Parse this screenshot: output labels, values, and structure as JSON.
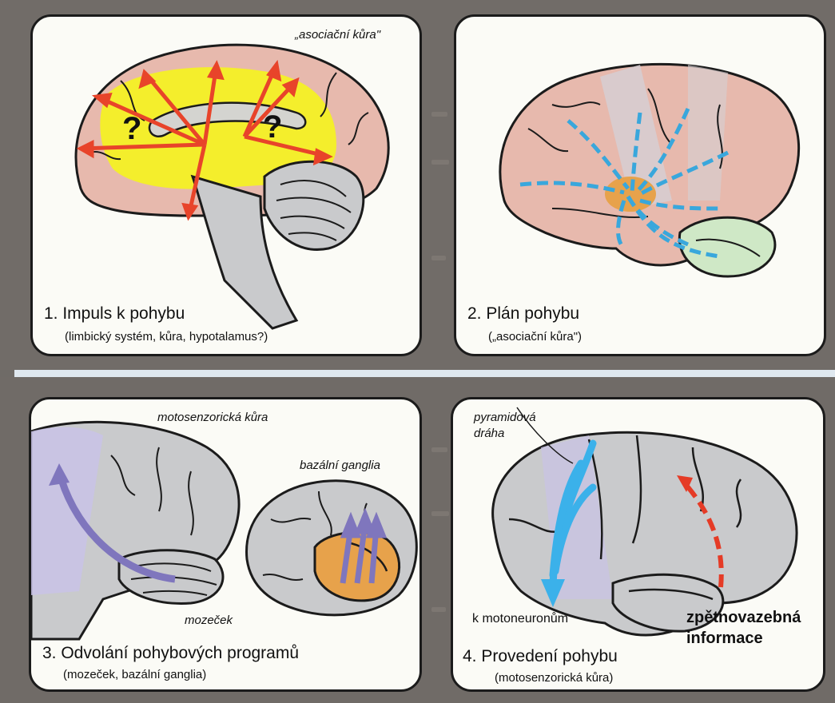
{
  "panels": [
    {
      "title": "1. Impuls k pohybu",
      "subtitle": "(limbický systém, kůra, hypotalamus?)",
      "labels": [
        "„asociační kůra\"",
        "?",
        "?"
      ]
    },
    {
      "title": "2. Plán pohybu",
      "subtitle": "(„asociační kůra\")"
    },
    {
      "title": "3. Odvolání pohybových programů",
      "subtitle": "(mozeček, bazální ganglia)",
      "labels": [
        "motosenzorická kůra",
        "bazální ganglia",
        "mozeček"
      ]
    },
    {
      "title": "4. Provedení pohybu",
      "subtitle": "(motosenzorická kůra)",
      "labels": [
        "pyramidová",
        "dráha",
        "k motoneuronům",
        "zpětnovazebná",
        "informace"
      ]
    }
  ],
  "colors": {
    "page": "#706b67",
    "panel": "#fbfbf6",
    "cortex_pink": "#e7b9ad",
    "limbic_yellow": "#f4ee2c",
    "brain_gray": "#c9cacc",
    "arrow_red": "#e8442a",
    "dash_blue": "#39a7dc",
    "ganglia_orange": "#e7a24b",
    "cerebellum_green": "#cfe8c6",
    "motor_lilac": "#c9c3e6",
    "purple_arrow": "#7f76bd",
    "pyramid_blue": "#3bb1ea",
    "feedback_red": "#e53b26"
  }
}
